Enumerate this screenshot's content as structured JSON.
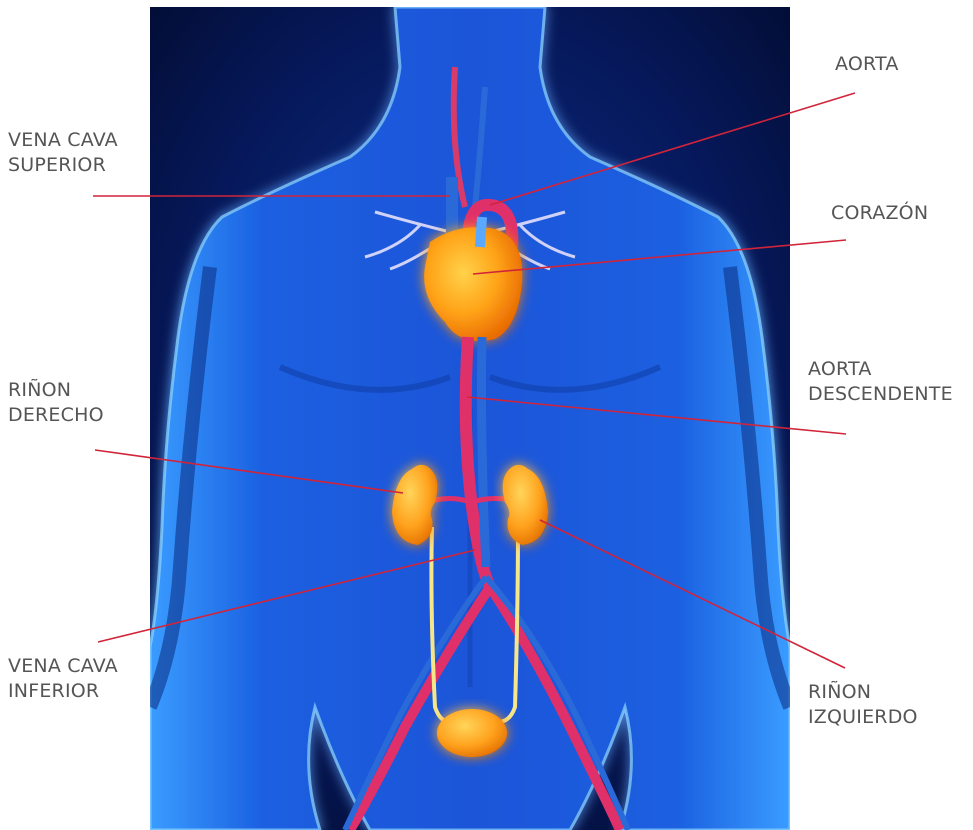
{
  "labels": {
    "vena_cava_superior": {
      "line1": "VENA CAVA",
      "line2": "SUPERIOR"
    },
    "aorta": {
      "line1": "AORTA"
    },
    "corazon": {
      "line1": "CORAZÓN"
    },
    "aorta_descendente": {
      "line1": "AORTA",
      "line2": "DESCENDENTE"
    },
    "rinon_derecho": {
      "line1": "RIÑON",
      "line2": "DERECHO"
    },
    "vena_cava_inferior": {
      "line1": "VENA CAVA",
      "line2": "INFERIOR"
    },
    "rinon_izquierdo": {
      "line1": "RIÑON",
      "line2": "IZQUIERDO"
    }
  },
  "colors": {
    "background_dark": "#02103a",
    "body_blue": "#1f63e6",
    "body_glow": "#6fc8ff",
    "heart_orange": "#ff9a12",
    "kidney_orange": "#ffa11c",
    "vessel_red": "#e0306a",
    "vein_blue": "#2a6ad8",
    "ureter_yellow": "#f5e68a",
    "leader_red": "#d1243a",
    "label_text": "#555555"
  }
}
